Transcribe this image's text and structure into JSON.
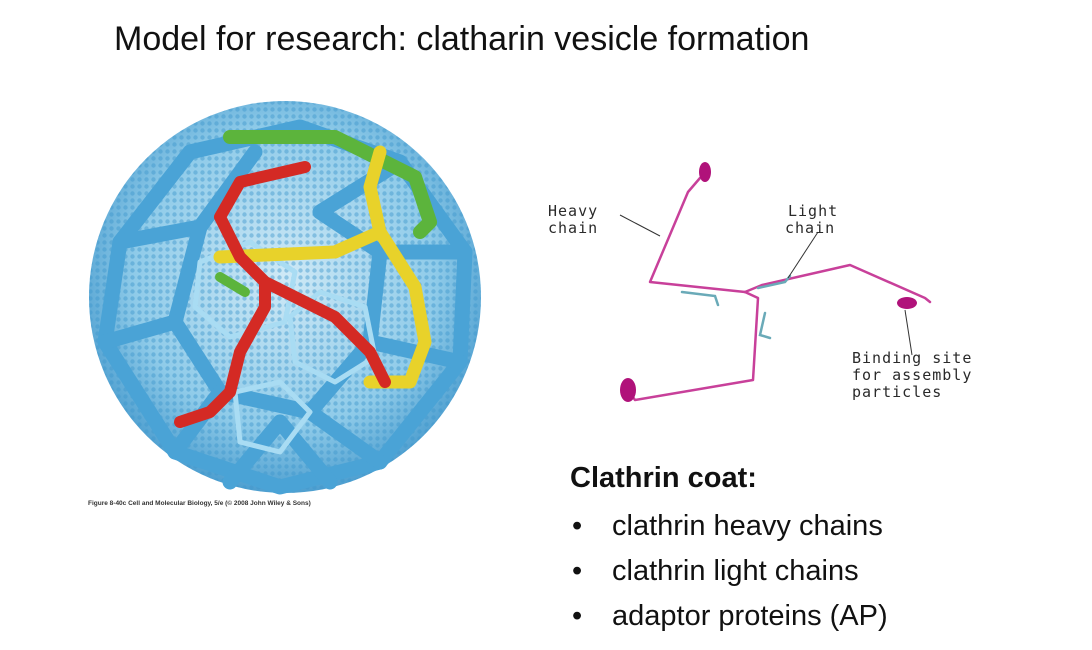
{
  "slide": {
    "title": "Model for research: clatharin vesicle formation",
    "figure_caption": "Figure 8-40c  Cell and Molecular Biology, 5/e (© 2008 John Wiley & Sons)"
  },
  "diagram": {
    "labels": {
      "heavy_chain": [
        "Heavy",
        "chain"
      ],
      "light_chain": [
        "Light",
        "chain"
      ],
      "binding_site": [
        "Binding site",
        "for assembly",
        "particles"
      ]
    },
    "colors": {
      "heavy_chain": "#c8409a",
      "light_chain": "#6aaab8",
      "terminal_domain": "#b0127a",
      "cage_blue": "#5aaedc",
      "cage_red": "#d42a24",
      "cage_yellow": "#e8d22a",
      "cage_green": "#5cb43c"
    }
  },
  "coat": {
    "heading": "Clathrin coat:",
    "bullet": "•",
    "items": [
      "clathrin heavy chains",
      "clathrin light chains",
      "adaptor proteins (AP)"
    ]
  }
}
